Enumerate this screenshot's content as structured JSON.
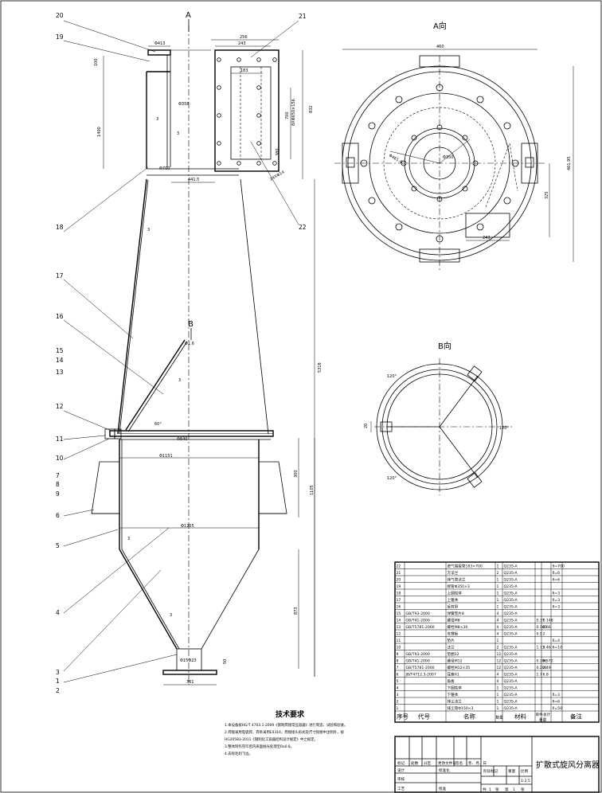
{
  "view_labels": {
    "a_top": "A",
    "a_view": "A向",
    "b_arrow": "B",
    "b_view": "B向"
  },
  "part_numbers": {
    "left": [
      "19",
      "18",
      "17",
      "16",
      "15",
      "14",
      "13",
      "12",
      "11",
      "10",
      "7",
      "8",
      "9",
      "6",
      "5",
      "4",
      "3",
      "1",
      "2"
    ],
    "top": [
      "20",
      "21",
      "22"
    ]
  },
  "dims": {
    "d413": "Φ413",
    "d256": "256",
    "d243": "243",
    "d183": "183",
    "d100": "100",
    "d1400": "1400",
    "d3a": "3",
    "d3b": "3",
    "d358": "Φ358",
    "d700": "Φ700",
    "d441": "441.5",
    "d832": "832",
    "d700b": "700",
    "d650": "8XΦ650×156",
    "d380": "380",
    "d22": "24XΦ14",
    "d3c": "3",
    "d16": "Φ1.6",
    "d3d": "3",
    "a60": "60°",
    "d840": "Φ840",
    "d1151": "Φ1151",
    "d300": "300",
    "d1105": "1105",
    "d5318": "5318",
    "d3e": "3",
    "d1205": "Φ1205",
    "d3f": "3",
    "d873": "873",
    "d15": "Φ15Φ23",
    "d50": "50",
    "d361": "361",
    "a_d460": "460",
    "a_d4614": "Φ461.4",
    "a_d350": "Φ350",
    "a_d46195": "461.95",
    "a_d325": "325",
    "a_d243": "243",
    "b_120a": "120°",
    "b_120b": "120°",
    "b_120c": "120°",
    "b_20": "20"
  },
  "tech_req": {
    "title": "技术要求",
    "lines": [
      "1.本设备按HG/T 4703.1-2009《钢制焊接常压容器》进行制造、试验和验收。",
      "2.焊接采用电弧焊，焊条采用E4316；焊接接头形式及尺寸除图中注明外，按",
      "  HG20583-2011《钢制化工容器结构设计规定》中之规定。",
      "3.整体制作完毕后内表面抛光处理至Ra0.8。",
      "4.去除毛刺飞边。"
    ]
  },
  "bom": {
    "rows": [
      [
        "22",
        "",
        "进气端接管183×700",
        "1",
        "Q235-A",
        "",
        "",
        "δ=700"
      ],
      [
        "21",
        "",
        "方法兰",
        "2",
        "Q235-A",
        "",
        "",
        "δ=6"
      ],
      [
        "20",
        "",
        "排气管法兰",
        "1",
        "Q235-A",
        "",
        "",
        "δ=6"
      ],
      [
        "19",
        "",
        "接管Φ350×3",
        "1",
        "Q235-A",
        "",
        "",
        ""
      ],
      [
        "18",
        "",
        "上圆柱体",
        "1",
        "Q235-A",
        "",
        "",
        "δ=3"
      ],
      [
        "17",
        "",
        "上锥体",
        "1",
        "Q235-A",
        "",
        "",
        "δ=3"
      ],
      [
        "16",
        "",
        "反射屏",
        "1",
        "Q235-A",
        "",
        "",
        "δ=3"
      ],
      [
        "15",
        "GB/T93-2000",
        "弹簧垫片8",
        "4",
        "Q235-A",
        "",
        "",
        ""
      ],
      [
        "14",
        "GB/T41-2000",
        "螺母M8",
        "4",
        "Q235-A",
        "0.37",
        "0.148",
        ""
      ],
      [
        "13",
        "GB/T5781-2000",
        "螺栓M8×30",
        "4",
        "Q235-A",
        "0.165",
        "0.66",
        ""
      ],
      [
        "12",
        "",
        "支撑板",
        "4",
        "Q235-A",
        "0.5",
        "2",
        ""
      ],
      [
        "11",
        "",
        "垫片",
        "1",
        "",
        "",
        "",
        "δ=4"
      ],
      [
        "10",
        "",
        "法兰",
        "2",
        "Q235-A",
        "1.73",
        "3.46",
        "δ=10"
      ],
      [
        "9",
        "GB/T93-2000",
        "垫圈12",
        "12",
        "Q235-A",
        "",
        "",
        ""
      ],
      [
        "8",
        "GB/T41-2000",
        "螺母M12",
        "12",
        "Q235-A",
        "0.396",
        "0.572",
        ""
      ],
      [
        "7",
        "GB/T5781-2000",
        "螺栓M12×35",
        "12",
        "Q235-A",
        "0.206",
        "2.49",
        ""
      ],
      [
        "6",
        "JB/T4712.3-2007",
        "耳座A1",
        "4",
        "Q235-A",
        "1.7",
        "6.8",
        ""
      ],
      [
        "5",
        "",
        "角板",
        "4",
        "Q235-A",
        "",
        "",
        ""
      ],
      [
        "4",
        "",
        "下圆柱体",
        "1",
        "Q235-A",
        "",
        "",
        ""
      ],
      [
        "3",
        "",
        "下锥体",
        "1",
        "Q235-A",
        "",
        "",
        "δ=3"
      ],
      [
        "2",
        "",
        "排尘法兰",
        "1",
        "Q235-A",
        "",
        "",
        "δ=6"
      ],
      [
        "1",
        "",
        "排尘管Φ150×3",
        "1",
        "Q235-A",
        "",
        "",
        "δ=50"
      ]
    ],
    "header": {
      "seq": "序号",
      "code": "代号",
      "name": "名称",
      "qty": "数量",
      "material": "材料",
      "unit_wt": "单件",
      "total_wt": "总计",
      "weight": "重量",
      "note": "备注"
    }
  },
  "title_block": {
    "title": "扩散式旋风分离器",
    "mark": "标记",
    "count": "处数",
    "zone": "分区",
    "change_doc": "更改文件号",
    "sign": "签名",
    "date": "年、月、日",
    "design": "设计",
    "std": "标准化",
    "stage": "阶段标记",
    "weight": "重量",
    "scale": "比例",
    "scale_val": "1:2.5",
    "review": "审核",
    "process": "工艺",
    "approve": "批准",
    "total": "共",
    "sheets": "张",
    "page": "第",
    "sheets2": "张",
    "n1": "1",
    "n2": "1"
  }
}
